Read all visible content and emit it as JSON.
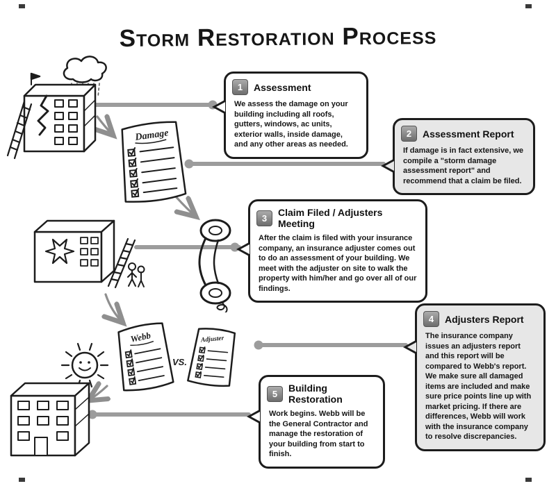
{
  "title": "Storm Restoration Process",
  "steps": [
    {
      "number": "1",
      "title": "Assessment",
      "body": "We assess the damage on your building including all roofs, gutters, windows, ac units, exterior walls, inside damage, and any other areas as needed."
    },
    {
      "number": "2",
      "title": "Assessment Report",
      "body": "If damage is in fact extensive, we compile a  \"storm damage assessment report\" and recommend that a claim be filed."
    },
    {
      "number": "3",
      "title": "Claim Filed / Adjusters Meeting",
      "body": "After the claim is filed with your insurance company, an insurance adjuster comes out to do an assessment of your building.  We meet with the adjuster on site to walk the property with him/her and go over all of our findings."
    },
    {
      "number": "4",
      "title": "Adjusters Report",
      "body": "The insurance company issues an adjusters report and this report will be compared to Webb's report. We make sure all damaged items are included and make sure price points line up with market pricing. If there are differences, Webb will work with the insurance company to resolve discrepancies."
    },
    {
      "number": "5",
      "title": "Building Restoration",
      "body": "Work begins.  Webb will be the General Contractor and manage the restoration of your building from start to finish."
    }
  ],
  "illustrations": {
    "checklist_label": "Damage",
    "webb_doc_label": "Webb",
    "adjuster_doc_label": "Adjuster",
    "versus_label": "VS."
  },
  "colors": {
    "ink": "#1c1c1c",
    "connector": "#9c9c9c",
    "arrow": "#8f8f8f",
    "box_gray": "#e7e7e7",
    "badge_gray": "#6d6d6d"
  }
}
